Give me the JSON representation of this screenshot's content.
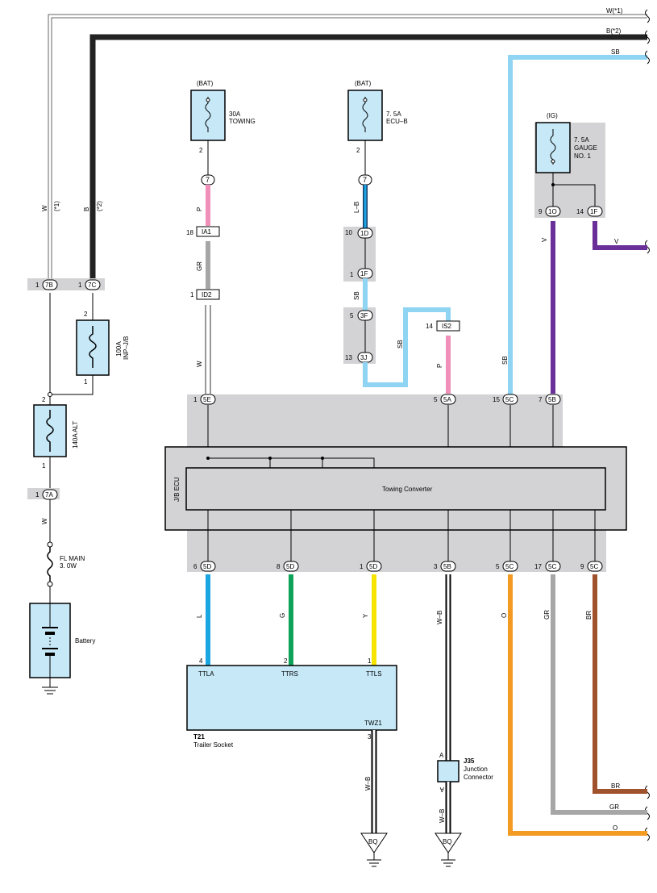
{
  "colors": {
    "white": "#ffffff",
    "black": "#222222",
    "sky_blue": "#8fd4f2",
    "pink": "#f08fb7",
    "gray": "#a6a6a6",
    "blue": "#1aa7e1",
    "green": "#0fa35a",
    "yellow": "#f7e400",
    "orange": "#f39a23",
    "brown": "#a0522d",
    "violet": "#6b2f9a",
    "component_fill": "#c6e8f7",
    "shade": "#d3d3d5"
  },
  "edge_labels": {
    "w1": "W(*1)",
    "b2": "B(*2)",
    "sb": "SB",
    "v": "V",
    "br": "BR",
    "gr": "GR",
    "o": "O"
  },
  "fuses": {
    "towing": {
      "source": "(BAT)",
      "rating": "30A",
      "name": "TOWING",
      "pin": "2"
    },
    "ecub": {
      "source": "(BAT)",
      "rating": "7. 5A",
      "name": "ECU–B",
      "pin": "2"
    },
    "gauge": {
      "source": "(IG)",
      "rating": "7. 5A",
      "name1": "GAUGE",
      "name2": "NO. 1"
    },
    "inp_jb": {
      "rating": "100A",
      "name": "INP–J/B",
      "pin_top": "2",
      "pin_bottom": "1"
    },
    "alt": {
      "label": "140A ALT",
      "pin_top": "2",
      "pin_bottom": "1"
    },
    "fl_main": {
      "name": "FL MAIN",
      "rating": "3. 0W"
    }
  },
  "connectors": {
    "c7_left": {
      "id": "7"
    },
    "c7_right": {
      "id": "7"
    },
    "ia1": {
      "pin": "18",
      "id": "IA1"
    },
    "id2": {
      "pin": "1",
      "id": "ID2"
    },
    "c1d": {
      "pin": "10",
      "id": "1D"
    },
    "c1f": {
      "pin": "1",
      "id": "1F"
    },
    "c3f": {
      "pin": "5",
      "id": "3F"
    },
    "c3j": {
      "pin": "13",
      "id": "3J"
    },
    "is2": {
      "pin": "14",
      "id": "IS2"
    },
    "c1o": {
      "pin": "9",
      "id": "1O"
    },
    "c1f_gauge": {
      "pin": "14",
      "id": "1F"
    },
    "c7b": {
      "pin": "1",
      "id": "7B"
    },
    "c7c": {
      "pin": "1",
      "id": "7C"
    },
    "c7a": {
      "pin": "1",
      "id": "7A"
    }
  },
  "ecu_top_pins": [
    {
      "pin": "1",
      "id": "5E"
    },
    {
      "pin": "5",
      "id": "5A"
    },
    {
      "pin": "15",
      "id": "5C"
    },
    {
      "pin": "7",
      "id": "5B"
    }
  ],
  "ecu_bottom_pins": [
    {
      "pin": "6",
      "id": "5D"
    },
    {
      "pin": "8",
      "id": "5D"
    },
    {
      "pin": "1",
      "id": "5D"
    },
    {
      "pin": "3",
      "id": "5B"
    },
    {
      "pin": "5",
      "id": "5C"
    },
    {
      "pin": "17",
      "id": "5C"
    },
    {
      "pin": "9",
      "id": "5C"
    }
  ],
  "ecu": {
    "side_label": "J/B ECU",
    "inner_label": "Towing Converter"
  },
  "wire_labels": {
    "w_left": "W",
    "w1_note": "(*1)",
    "b_left": "B",
    "b2_note": "(*2)",
    "p_top": "P",
    "gr_top": "GR",
    "w_mid": "W",
    "lb_top": "L–B",
    "sb_mid": "SB",
    "sb_loop": "SB",
    "p_is2": "P",
    "sb_right": "SB",
    "v_gauge": "V",
    "w_bottom": "W",
    "l_bottom": "L",
    "g_bottom": "G",
    "y_bottom": "Y",
    "wb_bottom": "W–B",
    "o_bottom": "O",
    "gr_bottom": "GR",
    "br_bottom": "BR",
    "wb_socket": "W–B",
    "wb_jc": "W–B"
  },
  "battery": {
    "name": "Battery"
  },
  "socket": {
    "id": "T21",
    "name": "Trailer Socket",
    "pins": [
      {
        "pin": "4",
        "name": "TTLA"
      },
      {
        "pin": "2",
        "name": "TTRS"
      },
      {
        "pin": "1",
        "name": "TTLS"
      }
    ],
    "ground_pin": "3",
    "ground_name": "TWZ1"
  },
  "junction": {
    "id": "J35",
    "line1": "Junction",
    "line2": "Connector",
    "pin_a": "A"
  },
  "grounds": {
    "left": "BQ",
    "right": "BQ"
  }
}
